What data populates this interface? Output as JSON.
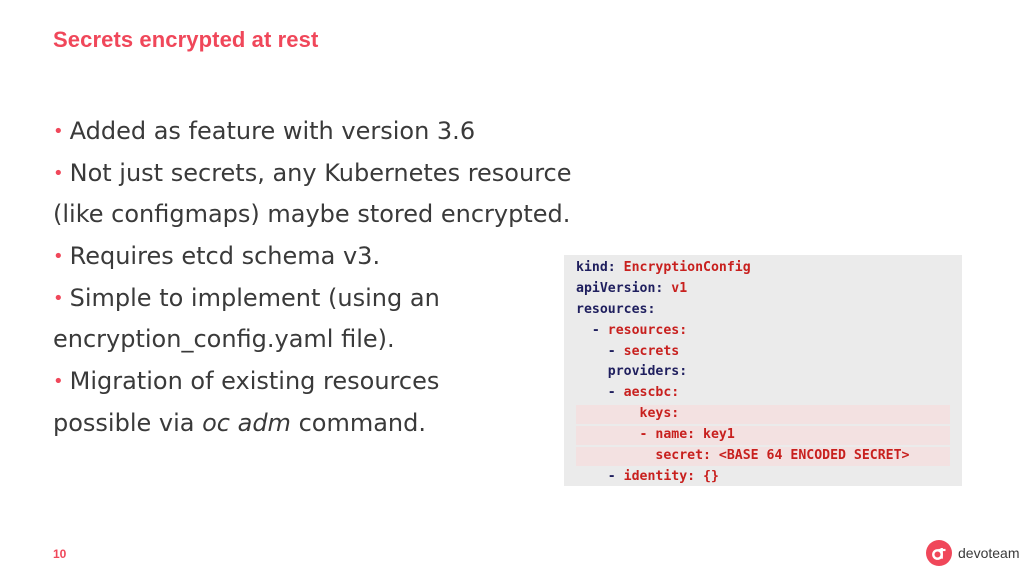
{
  "slide": {
    "title": "Secrets encrypted at rest",
    "page_number": "10",
    "brand_name": "devoteam",
    "colors": {
      "accent": "#f0475a",
      "text": "#3a3a3a",
      "code_background": "#ebebeb",
      "code_key": "#1f1f5e",
      "code_value": "#c8201e"
    }
  },
  "bullets": [
    {
      "bullet": "•",
      "text": "Added as feature with version 3.6"
    },
    {
      "bullet": "•",
      "text": "Not just secrets, any Kubernetes resource"
    },
    {
      "bullet": "",
      "text": "(like configmaps) maybe stored encrypted."
    },
    {
      "bullet": "•",
      "text": "Requires etcd schema v3."
    },
    {
      "bullet": "•",
      "text": "Simple to implement (using an"
    },
    {
      "bullet": "",
      "text": "encryption_config.yaml file)."
    },
    {
      "bullet": "•",
      "text": "Migration of existing resources"
    },
    {
      "bullet": "",
      "text": "possible via ",
      "em": "oc adm",
      "after": " command."
    }
  ],
  "code": [
    {
      "indent": "",
      "key": "kind:",
      "value": " EncryptionConfig",
      "highlight": false
    },
    {
      "indent": "",
      "key": "apiVersion:",
      "value": " v1",
      "highlight": false
    },
    {
      "indent": "",
      "key": "resources:",
      "value": "",
      "highlight": false
    },
    {
      "indent": "  ",
      "key": "- ",
      "value": "resources:",
      "highlight": false
    },
    {
      "indent": "    ",
      "key": "- ",
      "value": "secrets",
      "highlight": false
    },
    {
      "indent": "    ",
      "key": "providers:",
      "value": "",
      "highlight": false
    },
    {
      "indent": "    ",
      "key": "- ",
      "value": "aescbc:",
      "highlight": false
    },
    {
      "indent": "        ",
      "key": "",
      "value": "keys:",
      "highlight": true
    },
    {
      "indent": "        ",
      "key": "",
      "value": "- name: key1",
      "highlight": true
    },
    {
      "indent": "          ",
      "key": "",
      "value": "secret: <BASE 64 ENCODED SECRET>",
      "highlight": true
    },
    {
      "indent": "    ",
      "key": "- ",
      "value": "identity: {}",
      "highlight": false
    }
  ]
}
